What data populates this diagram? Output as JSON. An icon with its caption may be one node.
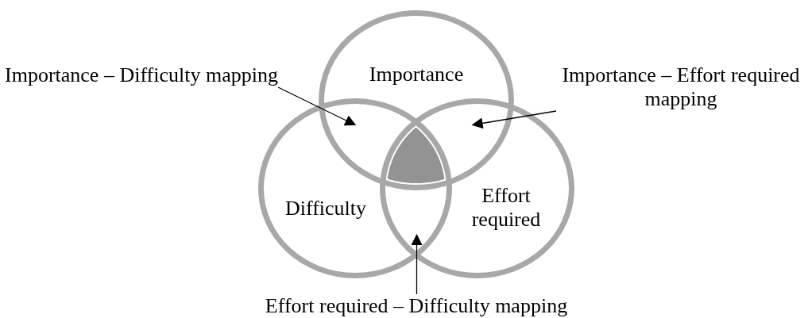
{
  "diagram": {
    "nodes": [
      {
        "text": [
          "Importance"
        ]
      },
      {
        "text": [
          "Difficulty"
        ]
      },
      {
        "text": [
          "Effort required"
        ]
      },
      {
        "text": [
          "Importance – Difficulty mapping"
        ]
      },
      {
        "text": [
          "Importance – Effort required mapping"
        ]
      },
      {
        "text": [
          "Effort required – Difficulty mapping"
        ]
      },
      {
        "text": [],
        "shape": "triangle"
      }
    ],
    "edges": [
      {
        "from": 3,
        "to": 0,
        "arrow": "to"
      },
      {
        "from": 4,
        "to": 0,
        "arrow": "to"
      },
      {
        "from": 5,
        "to": 2,
        "arrow": "to"
      }
    ]
  }
}
